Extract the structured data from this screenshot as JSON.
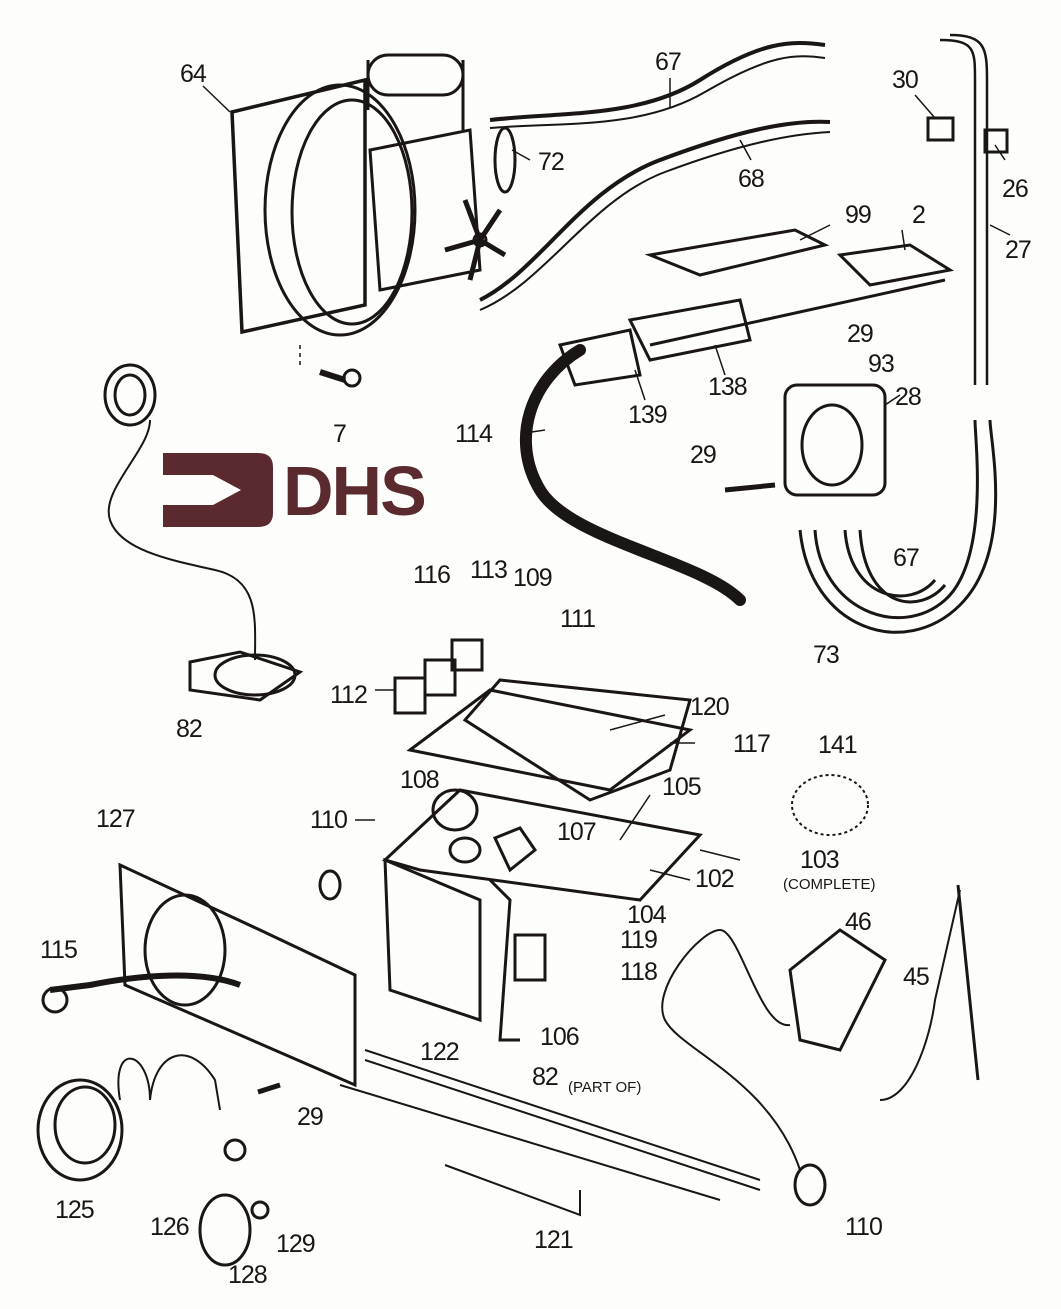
{
  "logo": {
    "text": "DHS",
    "color": "#5a2a2e"
  },
  "labels": [
    {
      "id": "64",
      "text": "64"
    },
    {
      "id": "67a",
      "text": "67"
    },
    {
      "id": "72",
      "text": "72"
    },
    {
      "id": "68",
      "text": "68"
    },
    {
      "id": "30",
      "text": "30"
    },
    {
      "id": "26",
      "text": "26"
    },
    {
      "id": "27",
      "text": "27"
    },
    {
      "id": "99",
      "text": "99"
    },
    {
      "id": "2",
      "text": "2"
    },
    {
      "id": "29a",
      "text": "29"
    },
    {
      "id": "93",
      "text": "93"
    },
    {
      "id": "138",
      "text": "138"
    },
    {
      "id": "139",
      "text": "139"
    },
    {
      "id": "28",
      "text": "28"
    },
    {
      "id": "7",
      "text": "7"
    },
    {
      "id": "114",
      "text": "114"
    },
    {
      "id": "29b",
      "text": "29"
    },
    {
      "id": "67b",
      "text": "67"
    },
    {
      "id": "73",
      "text": "73"
    },
    {
      "id": "116",
      "text": "116"
    },
    {
      "id": "113",
      "text": "113"
    },
    {
      "id": "109",
      "text": "109"
    },
    {
      "id": "111",
      "text": "111"
    },
    {
      "id": "112",
      "text": "112"
    },
    {
      "id": "82a",
      "text": "82"
    },
    {
      "id": "120",
      "text": "120"
    },
    {
      "id": "117",
      "text": "117"
    },
    {
      "id": "141",
      "text": "141"
    },
    {
      "id": "108",
      "text": "108"
    },
    {
      "id": "105",
      "text": "105"
    },
    {
      "id": "110a",
      "text": "110"
    },
    {
      "id": "107",
      "text": "107"
    },
    {
      "id": "127",
      "text": "127"
    },
    {
      "id": "103",
      "text": "103"
    },
    {
      "id": "102",
      "text": "102"
    },
    {
      "id": "104",
      "text": "104"
    },
    {
      "id": "46",
      "text": "46"
    },
    {
      "id": "115",
      "text": "115"
    },
    {
      "id": "119",
      "text": "119"
    },
    {
      "id": "45",
      "text": "45"
    },
    {
      "id": "118",
      "text": "118"
    },
    {
      "id": "106",
      "text": "106"
    },
    {
      "id": "122",
      "text": "122"
    },
    {
      "id": "82b",
      "text": "82"
    },
    {
      "id": "29c",
      "text": "29"
    },
    {
      "id": "125",
      "text": "125"
    },
    {
      "id": "126",
      "text": "126"
    },
    {
      "id": "129",
      "text": "129"
    },
    {
      "id": "121",
      "text": "121"
    },
    {
      "id": "110b",
      "text": "110"
    },
    {
      "id": "128",
      "text": "128"
    }
  ],
  "notes": {
    "complete": "(COMPLETE)",
    "part_of": "(PART OF)"
  }
}
